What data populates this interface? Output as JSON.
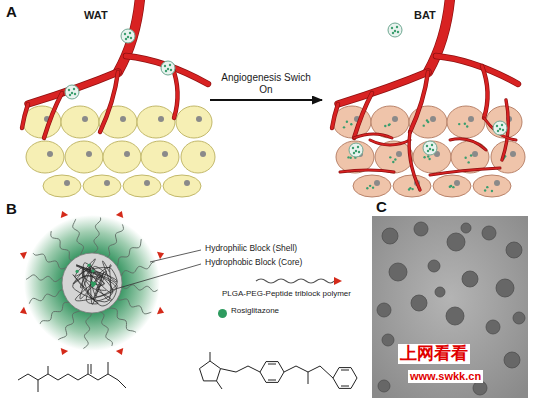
{
  "diagram": {
    "nodes": [
      {
        "text": [
          "WAT"
        ]
      },
      {
        "text": [
          "BAT"
        ]
      }
    ],
    "edges": [
      {
        "from": 0,
        "to": 1,
        "arrow": "to",
        "label": "Angiogenesis Swich On"
      }
    ],
    "labels": [
      "A",
      "B",
      "Hydrophilic Block (Shell)",
      "Hydrophobic Block (Core)",
      "C",
      "上网看看",
      "www.swkk.cn"
    ],
    "legend": [
      {
        "text": "PLGA-PEG-Peptide triblock polymer"
      },
      {
        "text": "Rosiglitazone",
        "color": "#2e9b5f"
      }
    ]
  }
}
